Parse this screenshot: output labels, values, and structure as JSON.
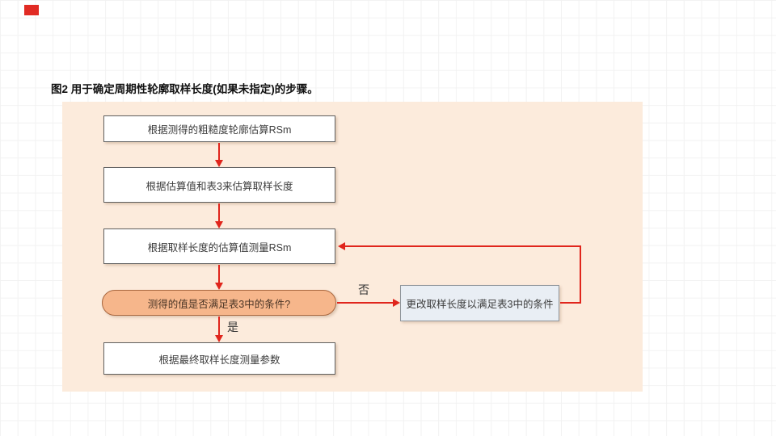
{
  "figure": {
    "caption": "图2 用于确定周期性轮廓取样长度(如果未指定)的步骤。"
  },
  "flowchart": {
    "steps": [
      {
        "label": "根据测得的粗糙度轮廓估算RSm"
      },
      {
        "label": "根据估算值和表3来估算取样长度"
      },
      {
        "label": "根据取样长度的估算值测量RSm"
      },
      {
        "label": "根据最终取样长度测量参数"
      }
    ],
    "decision": {
      "label": "测得的值是否满足表3中的条件?"
    },
    "feedback": {
      "label": "更改取样长度以满足表3中的条件"
    },
    "branch_labels": {
      "no": "否",
      "yes": "是"
    }
  },
  "colors": {
    "panel_background": "#fcebdc",
    "process_box_fill": "#ffffff",
    "process_box_border": "#5f5f5f",
    "decision_fill": "#f6b68b",
    "decision_border": "#a96840",
    "feedback_fill": "#e9eef4",
    "feedback_border": "#8f959b",
    "arrow_red": "#e0251c",
    "marker_red": "#e12b24",
    "grid_line": "#f2f2f2"
  }
}
